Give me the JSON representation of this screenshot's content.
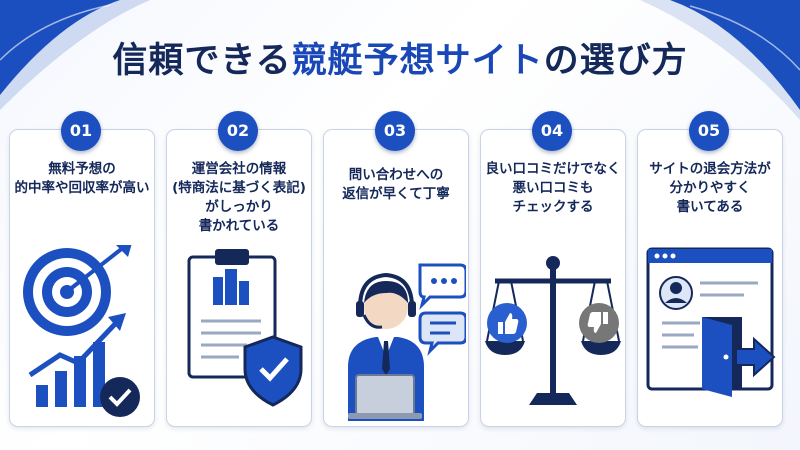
{
  "title": {
    "part1": "信頼できる",
    "part2": "競艇予想サイト",
    "part3": "の選び方"
  },
  "colors": {
    "navy": "#14285a",
    "accent_blue": "#1a47b8",
    "badge_blue": "#1c4fbf",
    "thumb_up_blue": "#2a5fd0",
    "thumb_down_gray": "#777777"
  },
  "cards": [
    {
      "number": "01",
      "lines": [
        "無料予想の",
        "的中率や回収率が高い"
      ],
      "icon": "target-growth-chart-icon"
    },
    {
      "number": "02",
      "lines": [
        "運営会社の情報",
        "(特商法に基づく表記)",
        "がしっかり",
        "書かれている"
      ],
      "icon": "clipboard-shield-icon"
    },
    {
      "number": "03",
      "lines": [
        "問い合わせへの",
        "返信が早くて丁寧"
      ],
      "icon": "support-operator-icon"
    },
    {
      "number": "04",
      "lines": [
        "良い口コミだけでなく",
        "悪い口コミも",
        "チェックする"
      ],
      "icon": "balance-scale-icon"
    },
    {
      "number": "05",
      "lines": [
        "サイトの退会方法が",
        "分かりやすく",
        "書いてある"
      ],
      "icon": "exit-door-icon"
    }
  ]
}
